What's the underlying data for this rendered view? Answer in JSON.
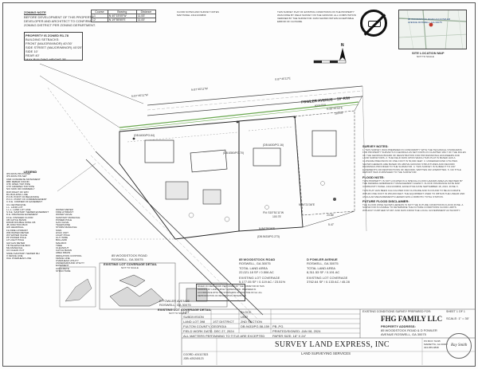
{
  "zoning_note": {
    "title": "ZONING NOTE",
    "lines": [
      "BEFORE DEVELOPMENT OF THIS PROPERTY,",
      "DEVELOPER AND ARCHITECT TO CONFIRM",
      "ZONING DISTRICT PER ZONING DEPARTMENT."
    ]
  },
  "property_zoning": {
    "title": "PROPERTY IS ZONED R1-78",
    "lines": [
      "BUILDING SETBACKS:",
      "FRONT (MAJOR/MINOR) 40'/30'",
      "SIDE STREET (MAJOR/MINOR) 40'/20'",
      "SIDE 10'",
      "REAR 40'",
      "MAX BUILDING HEIGHT 35'"
    ]
  },
  "line_table": {
    "headers": [
      "Course",
      "Bearing",
      "Distance"
    ],
    "rows": [
      [
        "L1",
        "N 40°15'05\"W",
        "11.53'"
      ],
      [
        "L2",
        "N 19°55'55\"E",
        "11.00'"
      ]
    ]
  },
  "flood_note": [
    "FLOOD NOTES AND SURVEY NOTES",
    "MAP PANEL 13121C0083F"
  ],
  "survey_header": [
    "THIS SURVEY PLAT OF EXISTING CONDITIONS ON THE PROPERTY",
    "WAS DONE BY FIELD SURVEY ON THE GROUND. ALL COMPUTATION",
    "VERIFIED BY THE SURVEYOR. DATA SHOWN WITHIN ACCEPTABLE",
    "ERROR OF CLOSURE."
  ],
  "vicinity_map": {
    "label": "SITE LOCATION MAP",
    "sub": "NOT TO SCALE",
    "site_text": [
      "85 WOODSTOCK ROAD & D FOWLER",
      "AVENUE ROSWELL, GA 30075"
    ]
  },
  "road": {
    "name": "FOWLER AVENUE ~ 50' R/W",
    "sub": "80/30 R/W"
  },
  "parcels": [
    {
      "label": "(DB.6430/PG.64)",
      "sub": "LOT 1"
    },
    {
      "label": "(DB.6350/PG.70)",
      "sub": "LOT 2"
    },
    {
      "label": "(DB.6430/PG.16)",
      "sub": ""
    },
    {
      "label": "(DB.9433/PG.273)",
      "sub": ""
    }
  ],
  "bearings": [
    "N 87°45'11\"W",
    "N 87°45'11\"W",
    "S 87°45'11\"E",
    "N 88°43'55\"E",
    "183.65'",
    "N 84°21'36\"E",
    "N 84°25'36\"E",
    "FN: S15°51'11\"W",
    "100.75'",
    "23.66'",
    "5.47'"
  ],
  "legend": {
    "title": "LEGEND",
    "items": [
      "IPF IRON PIN FOUND",
      "IPS IRON PIN SET",
      "CMF CONCRETE MONUMENT",
      "RBF REBAR FOUND",
      "OTF OPEN TOP PIPE",
      "CTP CRIMPED TOP PIPE",
      "N/F NOW OR FORMERLY",
      "R/W RIGHT OF WAY",
      "B/L BUILDING LINE",
      "P.O.B. POINT OF BEGINNING",
      "P.O.C. POINT OF COMMENCEMENT",
      "C.O.E. CORNER OF EASEMENT",
      "C/L CENTERLINE",
      "L.L. LAND LOT",
      "L.L.L. LAND LOT LINE",
      "S.S.E. SANITARY SEWER EASEMENT",
      "D.E. DRAINAGE EASEMENT",
      "F.F.E. FINISHED FLOOR",
      "CB CATCH BASIN",
      "DWCB DOUBLE WING CB",
      "JB JUNCTION BOX",
      "HW HEADWALL",
      "FH FIRE HYDRANT",
      "WM WATER METER",
      "WV WATER VALVE",
      "PP POWER POLE",
      "LP LIGHT POLE",
      "GM GAS METER",
      "TB TELEPHONE BOX",
      "MH MANHOLE",
      "CO CLEAN OUT",
      "SSMH SANITARY SEWER MH",
      "X FENCE LINE",
      "OHL OVERHEAD LINE"
    ],
    "symbols": [
      "WATER METER",
      "FIRE HYDRANT",
      "WATER VALVE",
      "SANITARY MANHOLE",
      "POWER POLE",
      "GAS VALVE",
      "TELEPHONE",
      "STORM MANHOLE",
      "SIGN",
      "HVAC UNIT",
      "LIGHT POLE",
      "GUY WIRE",
      "BOLLARD",
      "MAILBOX",
      "TREE",
      "CLEANOUT",
      "CATCH BASIN",
      "AREA DRAIN",
      "IRRIGATION CONTROL",
      "FENCE LINE",
      "OVERHEAD UTILITY",
      "UNDERGROUND UTILITY",
      "EASEMENT",
      "CONCRETE",
      "STRUCTURE"
    ]
  },
  "lot_notes": {
    "left": {
      "title": "85 WOODSTOCK ROAD",
      "sub": "ROSWELL, GA 30075",
      "area_label": "TOTAL LAND AREA",
      "area": "22,021.18 SF / 0.506 AC",
      "cov_label": "EXISTING LOT COVERAGE",
      "cov": "5,177.05 SF / 0.119 AC / 23.51%"
    },
    "right": {
      "title": "D FOWLER AVENUE",
      "sub": "ROSWELL, GA 30075",
      "area_label": "TOTAL LAND AREA",
      "area": "8,311.53 SF / 0.191 AC",
      "cov_label": "EXISTING LOT COVERAGE",
      "cov": "3762.64 SF / 0.133 AC / 45.28"
    }
  },
  "coverage_detail_1": {
    "title": "85 WOODSTOCK ROAD",
    "sub": "ROSWELL, GA 30075",
    "label": "EXISTING LOT COVERAGE DETAIL",
    "nts": "NOT TO SCALE"
  },
  "coverage_detail_2": {
    "title": "D FOWLER AVENUE",
    "sub": "ROSWELL, GA 30075",
    "label": "EXISTING LOT COVERAGE DETAIL",
    "nts": "NOT TO SCALE"
  },
  "warning_box": [
    "BASED ON FIELD WORK PERFORMED BY THE SURVEYOR OF THIS",
    "DRAWING BY LAND SURVEY EXPRESS, INC. PREPARED IN",
    "ACCORDANCE WITH THE STANDARDS OF PRACTICE OF GA. ALL",
    "REPRODUCTION OF INFORMATION PROHIBITED."
  ],
  "survey_notes": {
    "h1": "SURVEY NOTES:",
    "p1": "1. THIS SURVEY WAS PREPARED IN CONFORMITY WITH THE TECHNICAL STANDARDS FOR PROPERTY SURVEYS IN GEORGIA AS SET FORTH IN CHAPTER 180-7 OF THE RULES OF THE GEORGIA BOARD OF REGISTRATION FOR PROFESSIONAL ENGINEERS AND LAND SURVEYORS. 2. THE FIELD DATA UPON WHICH THIS PLAT IS BASED HAS A CLOSURE PRECISION OF ONE FOOT IN 50,000 FEET. 3. UNDERGROUND UTILITIES SHOWN HEREON ARE BASED ON ABOVE GROUND STRUCTURES AND RECORD DRAWINGS PROVIDED TO THE SURVEYOR. 4. THIS SURVEY IS SUBJECT TO ANY EASEMENTS OR RESTRICTIONS OF RECORD, WRITTEN OR UNWRITTEN. 5. NO TITLE REPORT WAS FURNISHED TO THE SURVEYOR.",
    "h2": "FLOOD NOTE:",
    "p2": "THIS PROPERTY IS NOT LOCATED IN A SPECIAL FLOOD HAZARD AREA AS DEFINED BY THE FEDERAL EMERGENCY MANAGEMENT AGENCY. FLOOD INSURANCE RATE MAP COMMUNITY PANEL 13121C0083F, EFFECTIVE DATE SEPTEMBER 18, 2013. ZONE X.",
    "p3": "THIS PLAT HAS BEEN CALCULATED FOR CLOSURE AND IS FOUND TO BE ACCURATE WITHIN ONE FOOT IN 250,000 FEET. THE EQUIPMENT USED TO OBTAIN THE LINEAR AND ANGULAR MEASUREMENTS HEREIN WAS A ROBOTIC TOTAL STATION.",
    "h3": "FUTURE FLOOD DISCLAIMER:",
    "p4": "THE FLOOD ZONE SHOWN HEREON IS NOT THE FUTURE CONDITIONS FLOOD ZONE. A SURVEYOR IS UNABLE TO DETERMINE THE FUTURE CONDITIONS FLOOD LIMITS WITHOUT FURTHER STUDY AND DATA FROM THE LOCAL GOVERNMENT AUTHORITY."
  },
  "title_block": {
    "table": [
      [
        "LOT",
        "",
        "BLOCK",
        ""
      ],
      [
        "SUBDIVISION",
        "",
        "UNIT",
        ""
      ],
      [
        "LAND LOT 398",
        "1ST DISTRICT",
        "2ND SECTION",
        ""
      ],
      [
        "FULTON COUNTY, GEORGIA",
        "DB.9433/PG.58-159",
        "PB.,PG."
      ],
      [
        "FIELD WORK DATE: DEC 27, 2024",
        "PRINTED/SIGNED: JAN 08, 2024"
      ],
      [
        "ALL MATTERS PERTAINING TO TITLE ARE EXCEPTED",
        "PAPER SIZE: 18\" X 24\""
      ]
    ],
    "prepared_for": "EXISTING CONDITIONS SURVEY PREPARED FOR:",
    "sheet": "SHEET 1 OF 1",
    "client": "FHG FAMILY LLC",
    "scale": "SCALE: 1\" = 30'",
    "property_address_label": "PROPERTY ADDRESS:",
    "property_address": [
      "85 WOODSTOCK ROAD & D FOWLER",
      "AVENUE ROSWELL, GA 30075"
    ],
    "company": "SURVEY LAND EXPRESS, INC",
    "company_sub": "LAND SURVEYING SERVICES",
    "company_lines": [
      "PO BOX 71035",
      "MARIETTA, GA 30007",
      "404-955-9838"
    ],
    "codes": [
      "COORD: #24117823",
      "JOB: #20240123"
    ],
    "signature": "Ray Smith"
  }
}
